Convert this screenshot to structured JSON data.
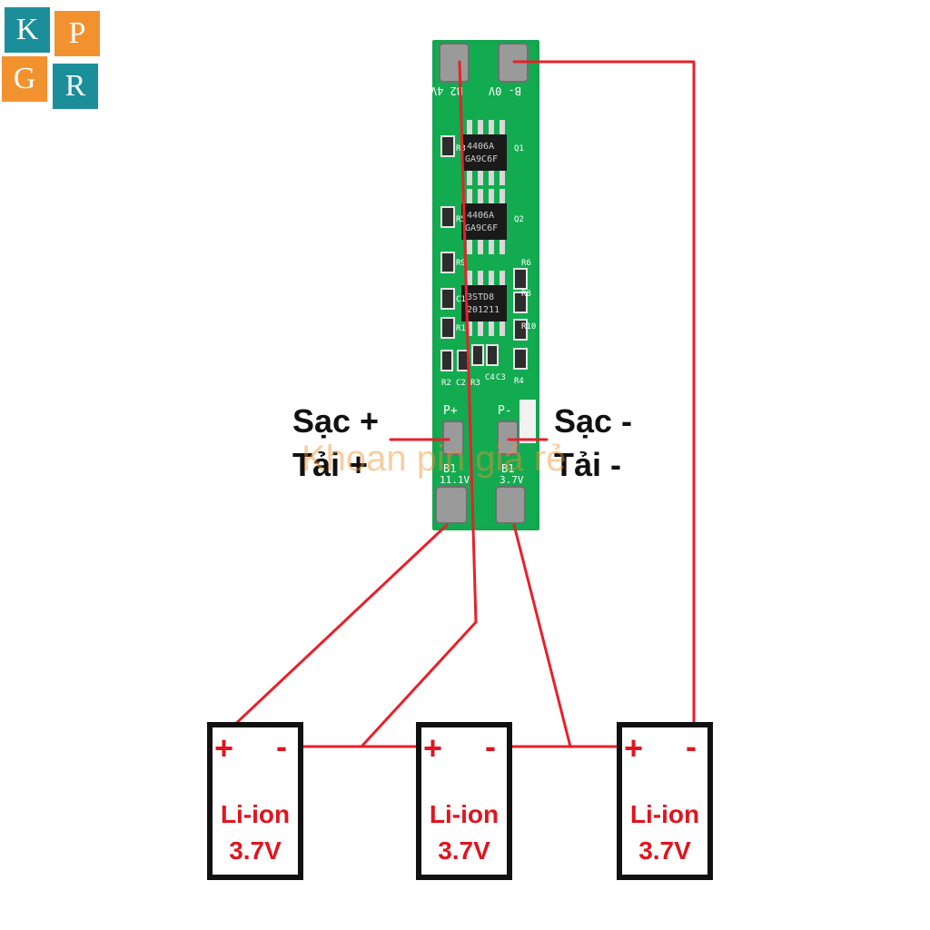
{
  "logo": {
    "letters": [
      "K",
      "P",
      "G",
      "R"
    ],
    "colors": {
      "teal": "#1b8e9a",
      "orange": "#f2922f"
    }
  },
  "board": {
    "pads": [
      "B2",
      "B-",
      "P+",
      "P-",
      "B1"
    ],
    "pad_labels": {
      "b2": "B2 4V",
      "bminus": "B-\n0V",
      "pplus": "P+",
      "pminus": "P-",
      "b1": "B1\n3.7V",
      "b1_left": "B1\n11.1V"
    },
    "chips": [
      {
        "line1": "4406A",
        "line2": "GA9C6F"
      },
      {
        "line1": "4406A",
        "line2": "GA9C6F"
      },
      {
        "line1": "3STD8",
        "line2": "201211"
      }
    ],
    "component_labels": [
      "R3",
      "Q1",
      "R5",
      "Q2",
      "R6",
      "R9",
      "C1",
      "R8",
      "R1",
      "R10",
      "R2",
      "C2",
      "R3",
      "C4",
      "C3",
      "R4"
    ]
  },
  "labels": {
    "charge_plus": "Sạc +",
    "load_plus": "Tải +",
    "charge_minus": "Sạc -",
    "load_minus": "Tải -",
    "watermark": "Khoan pin giá rẻ"
  },
  "batteries": [
    {
      "plus": "+",
      "minus": "-",
      "type": "Li-ion",
      "voltage": "3.7V"
    },
    {
      "plus": "+",
      "minus": "-",
      "type": "Li-ion",
      "voltage": "3.7V"
    },
    {
      "plus": "+",
      "minus": "-",
      "type": "Li-ion",
      "voltage": "3.7V"
    }
  ],
  "colors": {
    "wire": "#e8202a",
    "pcb": "#12a64e",
    "pad": "#9a9a9a",
    "text": "#111111",
    "battery_text": "#e0151f"
  }
}
